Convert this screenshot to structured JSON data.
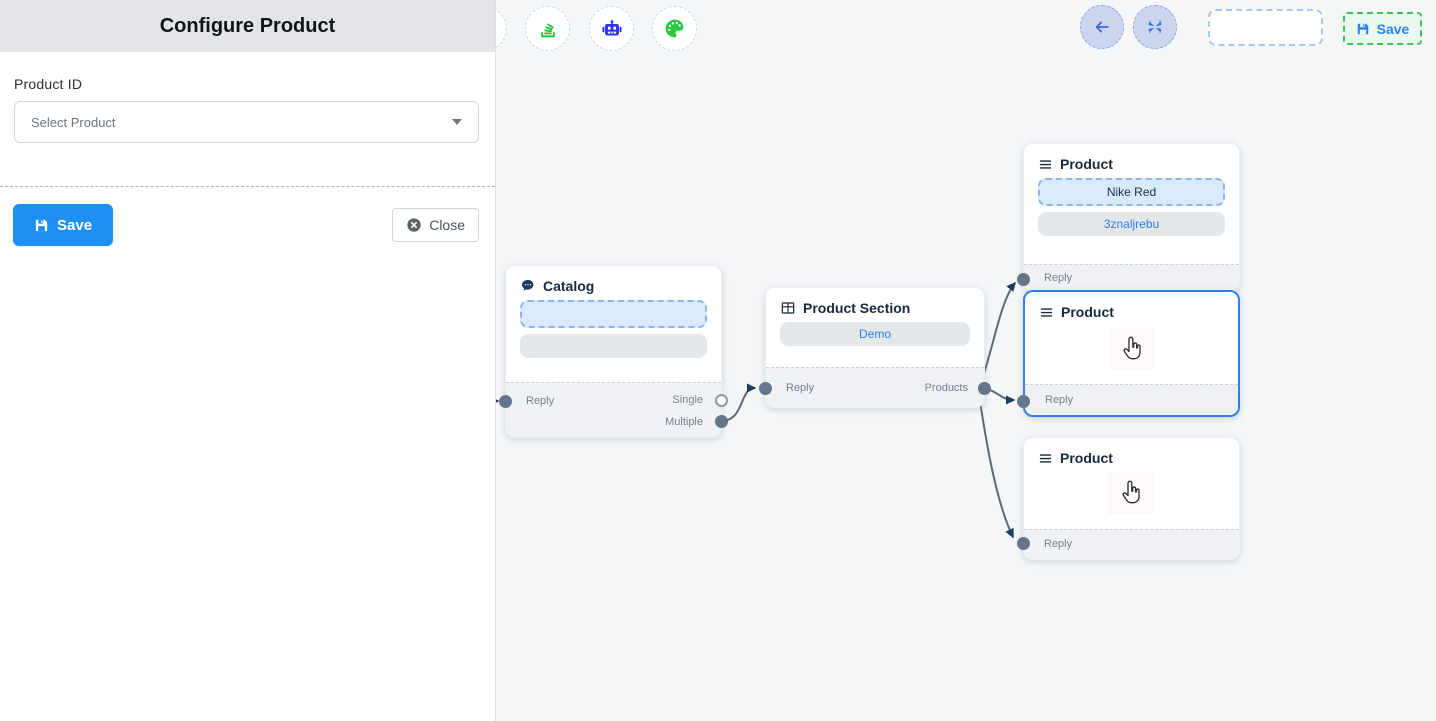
{
  "panel": {
    "title": "Configure Product",
    "product_id_label": "Product ID",
    "select_value": "Select Product",
    "save_label": "Save",
    "close_label": "Close"
  },
  "header_controls": {
    "save_label": "Save"
  },
  "icons": {
    "toolbar": [
      "stack-icon",
      "robot-icon",
      "palette-icon"
    ],
    "canvas_controls": [
      "back-arrow-icon",
      "fit-view-icon",
      "save-icon"
    ],
    "panel": [
      "save-icon",
      "close-circle-icon",
      "chevron-down-icon"
    ],
    "node_headers": [
      "chat-bubble-icon",
      "table-grid-icon",
      "menu-icon"
    ]
  },
  "nodes": {
    "catalog": {
      "title": "Catalog",
      "labels": {
        "reply": "Reply",
        "single": "Single",
        "multiple": "Multiple"
      }
    },
    "product_section": {
      "title": "Product Section",
      "field": "Demo",
      "labels": {
        "reply": "Reply",
        "products": "Products"
      }
    },
    "product_top": {
      "title": "Product",
      "fields": {
        "primary": "Nike Red",
        "secondary": "3znaljrebu"
      },
      "labels": {
        "reply": "Reply"
      }
    },
    "product_middle": {
      "title": "Product",
      "labels": {
        "reply": "Reply"
      }
    },
    "product_bottom": {
      "title": "Product",
      "labels": {
        "reply": "Reply"
      }
    }
  },
  "colors": {
    "accent_blue": "#2f80ed",
    "save_blue": "#1e90f2",
    "green": "#27c93f",
    "robot_blue": "#2b35f0",
    "edge": "#5c6b7a",
    "arrow": "#1d3c5e",
    "canvas_bg": "#f4f6f8",
    "panel_header_bg": "#e2e4e8"
  }
}
